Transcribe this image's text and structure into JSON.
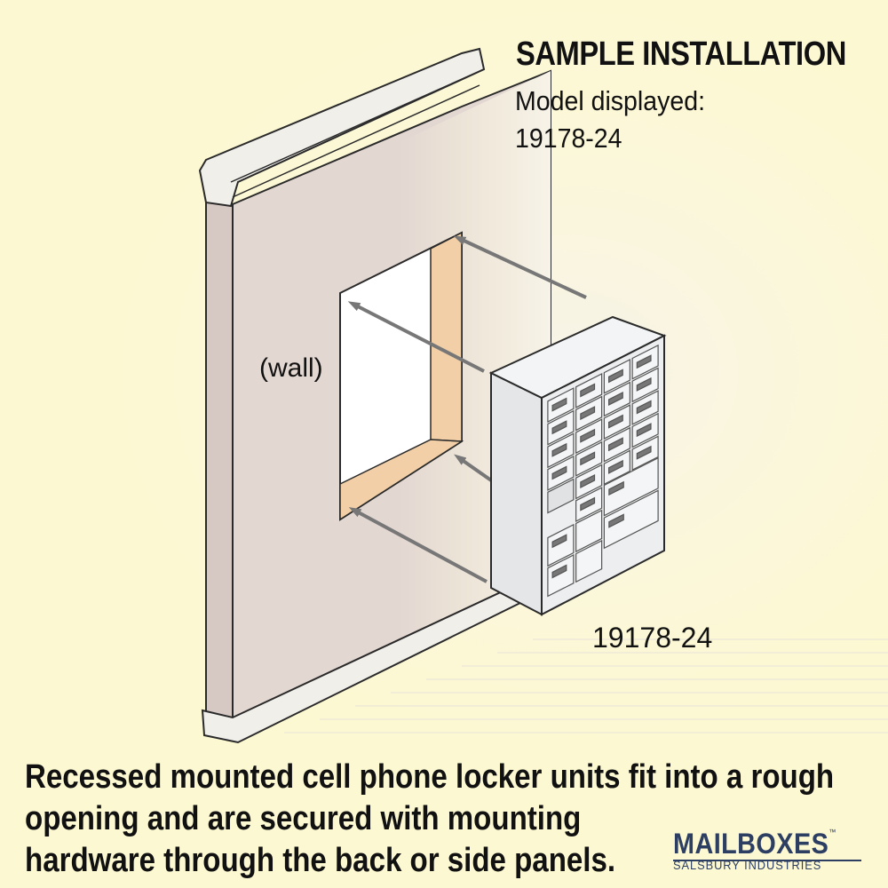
{
  "header": {
    "title": "SAMPLE INSTALLATION",
    "subtitle_line1": "Model displayed:",
    "subtitle_line2": "19178-24"
  },
  "diagram": {
    "wall_label": "(wall)",
    "unit_label": "19178-24",
    "colors": {
      "background": "#fcf8d2",
      "wall_face": "#e3d7d2",
      "wall_side": "#d6c8c3",
      "opening_inner": "#f2cfa7",
      "locker_body": "#eceeef",
      "arrow": "#777777"
    }
  },
  "caption": {
    "line1": "Recessed mounted cell phone locker units fit into a rough",
    "line2": "opening and are secured with mounting",
    "line3": "hardware through the back or side panels."
  },
  "brand": {
    "name": "MAILBOXES",
    "trademark": "™",
    "tagline": "SALSBURY INDUSTRIES",
    "color": "#2d3e63"
  }
}
